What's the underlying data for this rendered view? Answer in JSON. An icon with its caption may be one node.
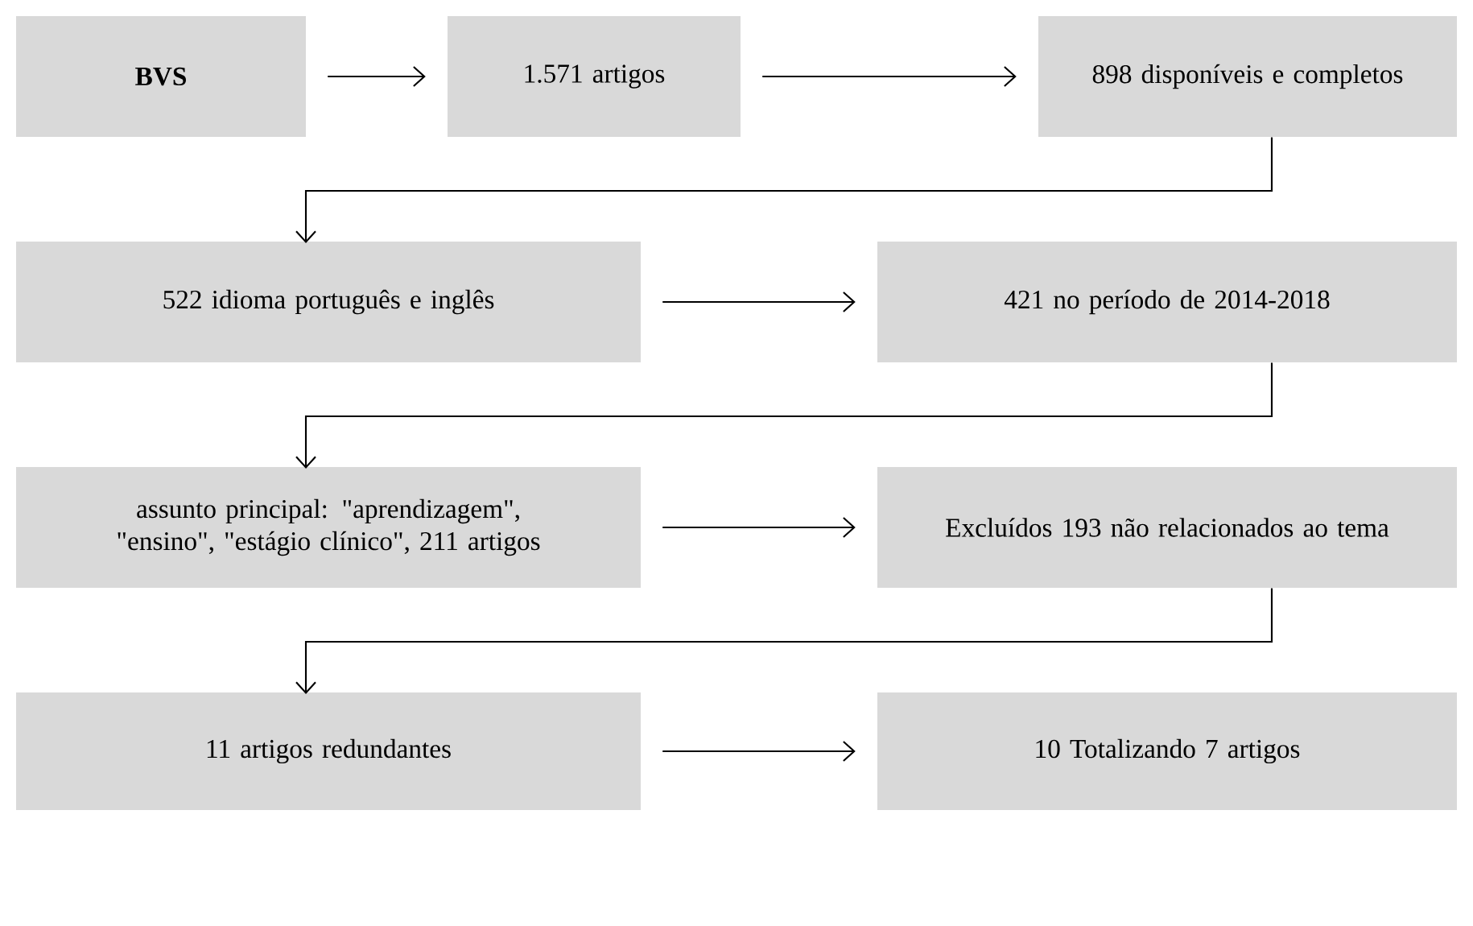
{
  "diagram": {
    "nodes": [
      {
        "text": [
          "BVS"
        ]
      },
      {
        "text": [
          "1.571 artigos"
        ]
      },
      {
        "text": [
          "898 disponíveis e completos"
        ]
      },
      {
        "text": [
          "522 idioma português e inglês"
        ]
      },
      {
        "text": [
          "421 no período de 2014-2018"
        ]
      },
      {
        "text": [
          "assunto principal: \"aprendizagem\", \"ensino\", \"estágio clínico\", 211 artigos"
        ]
      },
      {
        "text": [
          "Excluídos 193 não relacionados ao tema"
        ]
      },
      {
        "text": [
          "11 artigos redundantes"
        ]
      },
      {
        "text": [
          "10 Totalizando 7 artigos"
        ]
      }
    ],
    "edges": [
      {
        "from": 0,
        "to": 1,
        "arrow": "to"
      },
      {
        "from": 1,
        "to": 2,
        "arrow": "to"
      },
      {
        "from": 2,
        "to": 3,
        "arrow": "to"
      },
      {
        "from": 3,
        "to": 4,
        "arrow": "to"
      },
      {
        "from": 4,
        "to": 5,
        "arrow": "to"
      },
      {
        "from": 5,
        "to": 6,
        "arrow": "to"
      },
      {
        "from": 6,
        "to": 7,
        "arrow": "to"
      },
      {
        "from": 7,
        "to": 8,
        "arrow": "to"
      }
    ]
  }
}
